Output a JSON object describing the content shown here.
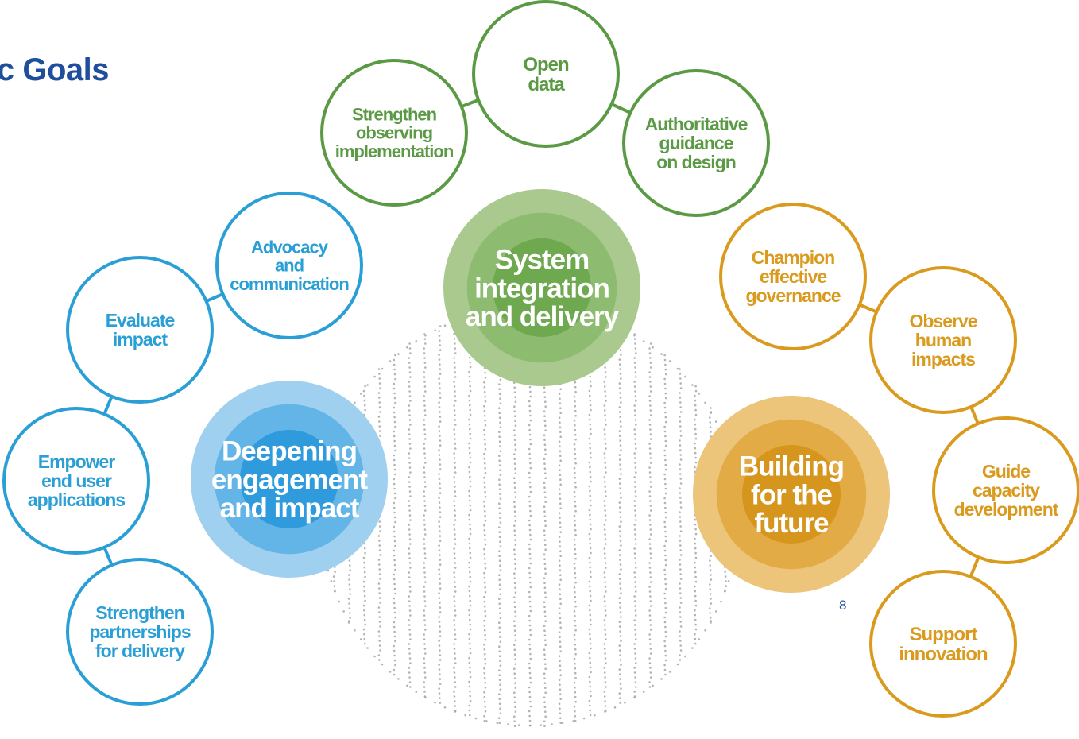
{
  "title": "c Goals",
  "page_number": "8",
  "colors": {
    "green": "#6aa84f",
    "green_ring": "#5b9a45",
    "blue": "#2a9fd6",
    "orange": "#d99a1e",
    "globe_dots": "#9a9a9a"
  },
  "hubs": [
    {
      "id": "system",
      "lines": [
        "System",
        "integration",
        "and delivery"
      ],
      "color": "green"
    },
    {
      "id": "engagement",
      "lines": [
        "Deepening",
        "engagement",
        "and impact"
      ],
      "color": "blue"
    },
    {
      "id": "future",
      "lines": [
        "Building",
        "for the",
        "future"
      ],
      "color": "orange"
    }
  ],
  "goals": [
    {
      "id": "observing",
      "group": "green",
      "lines": [
        "Strengthen",
        "observing",
        "implementation"
      ]
    },
    {
      "id": "open-data",
      "group": "green",
      "lines": [
        "Open",
        "data"
      ]
    },
    {
      "id": "guidance",
      "group": "green",
      "lines": [
        "Authoritative",
        "guidance",
        "on design"
      ]
    },
    {
      "id": "advocacy",
      "group": "blue",
      "lines": [
        "Advocacy",
        "and",
        "communication"
      ]
    },
    {
      "id": "evaluate",
      "group": "blue",
      "lines": [
        "Evaluate",
        "impact"
      ]
    },
    {
      "id": "empower",
      "group": "blue",
      "lines": [
        "Empower",
        "end user",
        "applications"
      ]
    },
    {
      "id": "partnerships",
      "group": "blue",
      "lines": [
        "Strengthen",
        "partnerships",
        "for delivery"
      ]
    },
    {
      "id": "governance",
      "group": "orange",
      "lines": [
        "Champion",
        "effective",
        "governance"
      ]
    },
    {
      "id": "human-impacts",
      "group": "orange",
      "lines": [
        "Observe",
        "human",
        "impacts"
      ]
    },
    {
      "id": "capacity",
      "group": "orange",
      "lines": [
        "Guide",
        "capacity",
        "development"
      ]
    },
    {
      "id": "innovation",
      "group": "orange",
      "lines": [
        "Support",
        "innovation"
      ]
    }
  ]
}
